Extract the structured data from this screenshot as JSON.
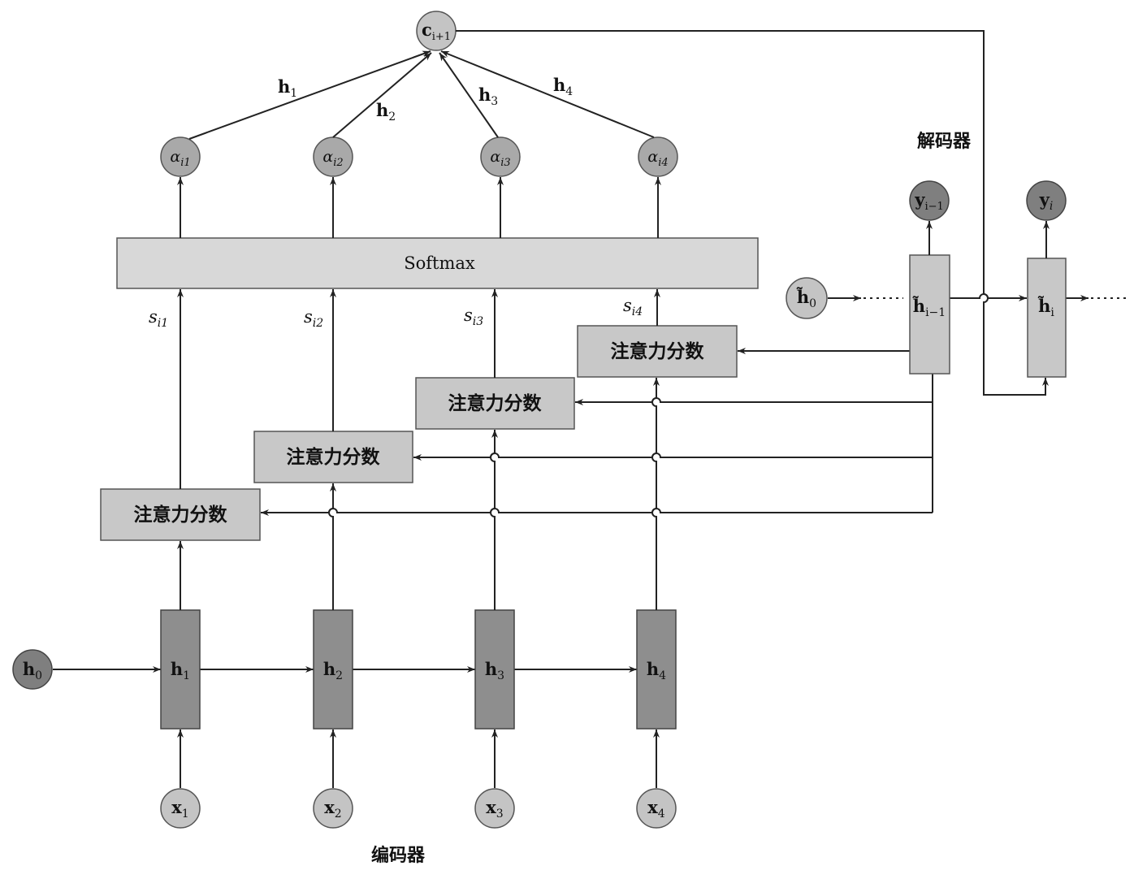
{
  "softmax": {
    "label": "Softmax"
  },
  "attention_box_label": "注意力分数",
  "encoder": {
    "caption": "编码器",
    "h0": {
      "main": "h",
      "sub": "0"
    },
    "hidden": [
      {
        "main": "h",
        "sub": "1"
      },
      {
        "main": "h",
        "sub": "2"
      },
      {
        "main": "h",
        "sub": "3"
      },
      {
        "main": "h",
        "sub": "4"
      }
    ],
    "inputs": [
      {
        "main": "x",
        "sub": "1"
      },
      {
        "main": "x",
        "sub": "2"
      },
      {
        "main": "x",
        "sub": "3"
      },
      {
        "main": "x",
        "sub": "4"
      }
    ]
  },
  "scores": [
    {
      "main": "s",
      "sub": "i1"
    },
    {
      "main": "s",
      "sub": "i2"
    },
    {
      "main": "s",
      "sub": "i3"
    },
    {
      "main": "s",
      "sub": "i4"
    }
  ],
  "alphas": [
    {
      "main": "α",
      "sub": "i1"
    },
    {
      "main": "α",
      "sub": "i2"
    },
    {
      "main": "α",
      "sub": "i3"
    },
    {
      "main": "α",
      "sub": "i4"
    }
  ],
  "weighted_labels": [
    {
      "main": "h",
      "sub": "1"
    },
    {
      "main": "h",
      "sub": "2"
    },
    {
      "main": "h",
      "sub": "3"
    },
    {
      "main": "h",
      "sub": "4"
    }
  ],
  "context": {
    "main": "c",
    "sub": "i+1"
  },
  "decoder": {
    "caption": "解码器",
    "h0": {
      "main": "h̃",
      "sub": "0"
    },
    "h_prev": {
      "main": "h̃",
      "sub": "i−1"
    },
    "h_cur": {
      "main": "h̃",
      "sub": "i"
    },
    "y_prev": {
      "main": "y",
      "sub": "i−1"
    },
    "y_cur": {
      "main": "y",
      "sub": "i"
    }
  }
}
